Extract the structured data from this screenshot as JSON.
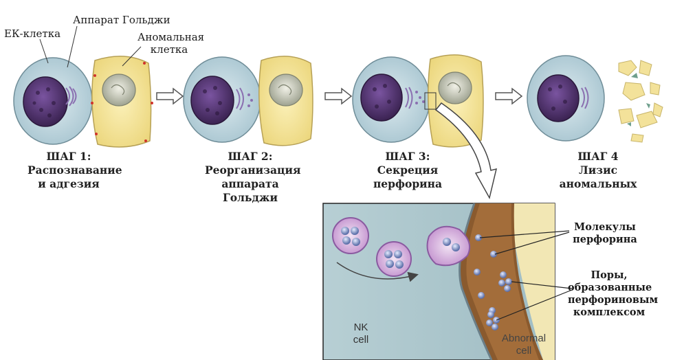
{
  "labels": {
    "nk_cell": "ЕК-клетка",
    "golgi": "Аппарат Гольджи",
    "abnormal_cell_line1": "Аномальная",
    "abnormal_cell_line2": "клетка"
  },
  "steps": [
    {
      "title": "ШАГ 1:",
      "line2": "Распознавание",
      "line3": "и адгезия"
    },
    {
      "title": "ШАГ 2:",
      "line2": "Реорганизация",
      "line3": "аппарата",
      "line4": "Гольджи"
    },
    {
      "title": "ШАГ 3:",
      "line2": "Секреция",
      "line3": "перфорина"
    },
    {
      "title": "ШАГ 4",
      "line2": "Лизис",
      "line3": "аномальных"
    }
  ],
  "inset": {
    "perforin_molecules_line1": "Молекулы",
    "perforin_molecules_line2": "перфорина",
    "pores_line1": "Поры,",
    "pores_line2": "образованные",
    "pores_line3": "перфориновым",
    "pores_line4": "комплексом",
    "nk_cell_line1": "NK",
    "nk_cell_line2": "cell",
    "abnormal_line1": "Abnormal",
    "abnormal_line2": "cell"
  },
  "colors": {
    "nk_cytoplasm": "#c9dde4",
    "nucleus": "#5b3a78",
    "abnormal_cytoplasm": "#f3e29a",
    "abnormal_nucleus": "#c7c9b8",
    "membrane_brown": "#8a5a2e",
    "granule": "#b98ac8"
  }
}
